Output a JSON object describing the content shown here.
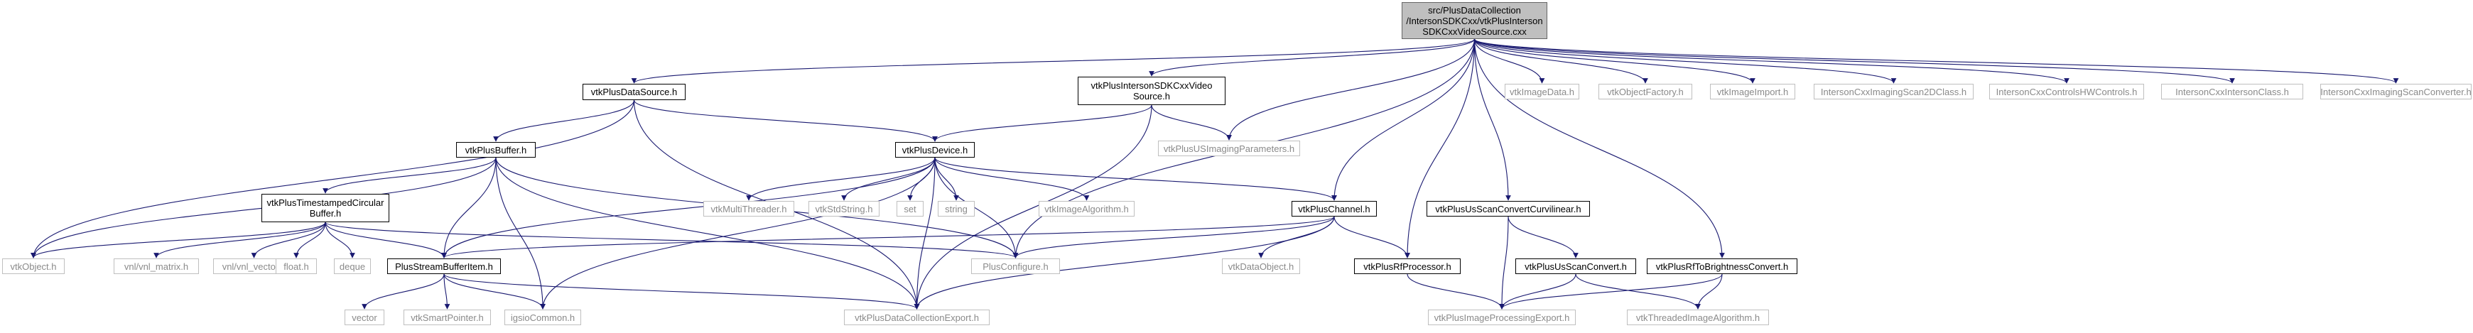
{
  "diagram": {
    "title": "",
    "colors": {
      "edge": "#191970",
      "box_border": "#000000",
      "external_border": "#bfbfbf",
      "external_text": "#8a8a8a",
      "root_fill": "#bfbfbf"
    },
    "nodes": [
      {
        "id": "root",
        "lines": [
          "src/PlusDataCollection",
          "/IntersonSDKCxx/vtkPlusInterson",
          "SDKCxxVideoSource.cxx"
        ],
        "style": "root"
      },
      {
        "id": "ds",
        "lines": [
          "vtkPlusDataSource.h"
        ],
        "style": "doc"
      },
      {
        "id": "isvs",
        "lines": [
          "vtkPlusIntersonSDKCxxVideo",
          "Source.h"
        ],
        "style": "doc"
      },
      {
        "id": "usip",
        "lines": [
          "vtkPlusUSImagingParameters.h"
        ],
        "style": "ext"
      },
      {
        "id": "imgdata",
        "lines": [
          "vtkImageData.h"
        ],
        "style": "ext"
      },
      {
        "id": "objfac",
        "lines": [
          "vtkObjectFactory.h"
        ],
        "style": "ext"
      },
      {
        "id": "imgimport",
        "lines": [
          "vtkImageImport.h"
        ],
        "style": "ext"
      },
      {
        "id": "ics2d",
        "lines": [
          "IntersonCxxImagingScan2DClass.h"
        ],
        "style": "ext"
      },
      {
        "id": "icchw",
        "lines": [
          "IntersonCxxControlsHWControls.h"
        ],
        "style": "ext"
      },
      {
        "id": "icic",
        "lines": [
          "IntersonCxxIntersonClass.h"
        ],
        "style": "ext"
      },
      {
        "id": "icisc",
        "lines": [
          "IntersonCxxImagingScanConverter.h"
        ],
        "style": "ext"
      },
      {
        "id": "buf",
        "lines": [
          "vtkPlusBuffer.h"
        ],
        "style": "doc"
      },
      {
        "id": "dev",
        "lines": [
          "vtkPlusDevice.h"
        ],
        "style": "doc"
      },
      {
        "id": "tscb",
        "lines": [
          "vtkPlusTimestampedCircular",
          "Buffer.h"
        ],
        "style": "doc"
      },
      {
        "id": "obj",
        "lines": [
          "vtkObject.h"
        ],
        "style": "ext"
      },
      {
        "id": "vnlm",
        "lines": [
          "vnl/vnl_matrix.h"
        ],
        "style": "ext"
      },
      {
        "id": "vnlv",
        "lines": [
          "vnl/vnl_vector.h"
        ],
        "style": "ext"
      },
      {
        "id": "float",
        "lines": [
          "float.h"
        ],
        "style": "ext"
      },
      {
        "id": "deque",
        "lines": [
          "deque"
        ],
        "style": "ext"
      },
      {
        "id": "sbi",
        "lines": [
          "PlusStreamBufferItem.h"
        ],
        "style": "doc"
      },
      {
        "id": "vector",
        "lines": [
          "vector"
        ],
        "style": "ext"
      },
      {
        "id": "smartptr",
        "lines": [
          "vtkSmartPointer.h"
        ],
        "style": "ext"
      },
      {
        "id": "igsio",
        "lines": [
          "igsioCommon.h"
        ],
        "style": "ext"
      },
      {
        "id": "dce",
        "lines": [
          "vtkPlusDataCollectionExport.h"
        ],
        "style": "ext"
      },
      {
        "id": "mt",
        "lines": [
          "vtkMultiThreader.h"
        ],
        "style": "ext"
      },
      {
        "id": "stdstr",
        "lines": [
          "vtkStdString.h"
        ],
        "style": "ext"
      },
      {
        "id": "set",
        "lines": [
          "set"
        ],
        "style": "ext"
      },
      {
        "id": "string",
        "lines": [
          "string"
        ],
        "style": "ext"
      },
      {
        "id": "imgalg",
        "lines": [
          "vtkImageAlgorithm.h"
        ],
        "style": "ext"
      },
      {
        "id": "plusconf",
        "lines": [
          "PlusConfigure.h"
        ],
        "style": "ext"
      },
      {
        "id": "chan",
        "lines": [
          "vtkPlusChannel.h"
        ],
        "style": "doc"
      },
      {
        "id": "dataobj",
        "lines": [
          "vtkDataObject.h"
        ],
        "style": "ext"
      },
      {
        "id": "rfp",
        "lines": [
          "vtkPlusRfProcessor.h"
        ],
        "style": "doc"
      },
      {
        "id": "uscc",
        "lines": [
          "vtkPlusUsScanConvertCurvilinear.h"
        ],
        "style": "doc"
      },
      {
        "id": "usc",
        "lines": [
          "vtkPlusUsScanConvert.h"
        ],
        "style": "doc"
      },
      {
        "id": "rfb",
        "lines": [
          "vtkPlusRfToBrightnessConvert.h"
        ],
        "style": "doc"
      },
      {
        "id": "ipe",
        "lines": [
          "vtkPlusImageProcessingExport.h"
        ],
        "style": "ext"
      },
      {
        "id": "tia",
        "lines": [
          "vtkThreadedImageAlgorithm.h"
        ],
        "style": "ext"
      }
    ],
    "edges": [
      [
        "root",
        "ds"
      ],
      [
        "root",
        "isvs"
      ],
      [
        "root",
        "usip"
      ],
      [
        "root",
        "imgdata"
      ],
      [
        "root",
        "objfac"
      ],
      [
        "root",
        "imgimport"
      ],
      [
        "root",
        "ics2d"
      ],
      [
        "root",
        "icchw"
      ],
      [
        "root",
        "icic"
      ],
      [
        "root",
        "icisc"
      ],
      [
        "root",
        "plusconf"
      ],
      [
        "root",
        "chan"
      ],
      [
        "root",
        "rfp"
      ],
      [
        "root",
        "uscc"
      ],
      [
        "root",
        "rfb"
      ],
      [
        "ds",
        "obj"
      ],
      [
        "ds",
        "buf"
      ],
      [
        "ds",
        "dev"
      ],
      [
        "ds",
        "dce"
      ],
      [
        "isvs",
        "dev"
      ],
      [
        "isvs",
        "usip"
      ],
      [
        "isvs",
        "dce"
      ],
      [
        "buf",
        "tscb"
      ],
      [
        "buf",
        "obj"
      ],
      [
        "buf",
        "sbi"
      ],
      [
        "buf",
        "igsio"
      ],
      [
        "buf",
        "dce"
      ],
      [
        "buf",
        "plusconf"
      ],
      [
        "dev",
        "sbi"
      ],
      [
        "dev",
        "mt"
      ],
      [
        "dev",
        "stdstr"
      ],
      [
        "dev",
        "set"
      ],
      [
        "dev",
        "string"
      ],
      [
        "dev",
        "imgalg"
      ],
      [
        "dev",
        "chan"
      ],
      [
        "dev",
        "plusconf"
      ],
      [
        "dev",
        "igsio"
      ],
      [
        "dev",
        "dce"
      ],
      [
        "tscb",
        "obj"
      ],
      [
        "tscb",
        "vnlm"
      ],
      [
        "tscb",
        "vnlv"
      ],
      [
        "tscb",
        "float"
      ],
      [
        "tscb",
        "deque"
      ],
      [
        "tscb",
        "sbi"
      ],
      [
        "tscb",
        "plusconf"
      ],
      [
        "sbi",
        "vector"
      ],
      [
        "sbi",
        "smartptr"
      ],
      [
        "sbi",
        "igsio"
      ],
      [
        "sbi",
        "dce"
      ],
      [
        "chan",
        "sbi"
      ],
      [
        "chan",
        "plusconf"
      ],
      [
        "chan",
        "dataobj"
      ],
      [
        "chan",
        "rfp"
      ],
      [
        "chan",
        "dce"
      ],
      [
        "rfp",
        "ipe"
      ],
      [
        "uscc",
        "usc"
      ],
      [
        "uscc",
        "ipe"
      ],
      [
        "usc",
        "ipe"
      ],
      [
        "usc",
        "tia"
      ],
      [
        "rfb",
        "ipe"
      ],
      [
        "rfb",
        "tia"
      ]
    ]
  }
}
